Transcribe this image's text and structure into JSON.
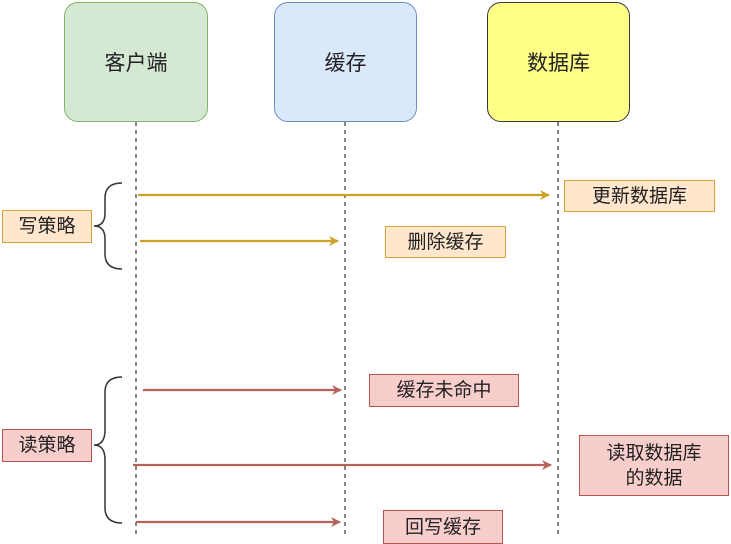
{
  "actors": {
    "client": {
      "label": "客户端",
      "fill": "#d5e8d4",
      "stroke": "#82b366"
    },
    "cache": {
      "label": "缓存",
      "fill": "#dae8fc",
      "stroke": "#6c8ebf"
    },
    "database": {
      "label": "数据库",
      "fill": "#ffff88",
      "stroke": "#36393d"
    }
  },
  "groups": {
    "write": {
      "label": "写策略",
      "color": "#c9a227"
    },
    "read": {
      "label": "读策略",
      "color": "#b4645a"
    }
  },
  "steps": {
    "update_db": "更新数据库",
    "delete_cache": "删除缓存",
    "cache_miss": "缓存未命中",
    "read_db": "读取数据库的数据",
    "write_back_cache": "回写缓存"
  }
}
